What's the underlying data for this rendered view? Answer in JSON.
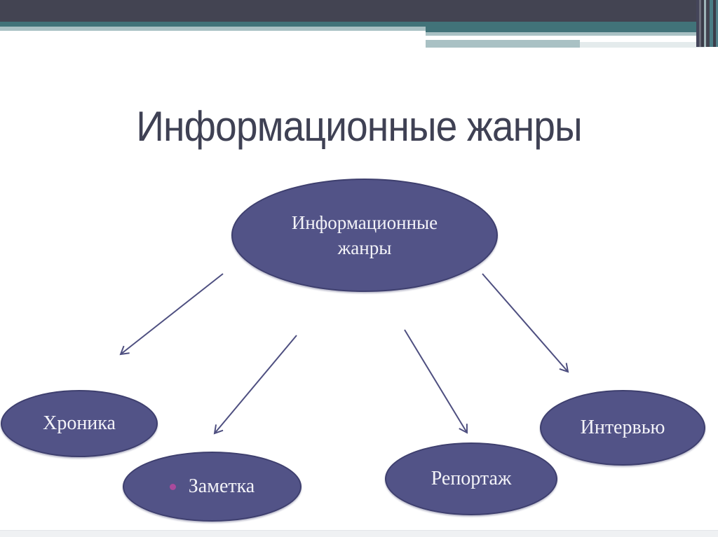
{
  "slide": {
    "title": "Информационные жанры"
  },
  "diagram": {
    "type": "concept-map",
    "root": {
      "label": "Информационные жанры"
    },
    "children": [
      {
        "label": "Хроника"
      },
      {
        "label": "Заметка"
      },
      {
        "label": "Репортаж"
      },
      {
        "label": "Интервью"
      }
    ]
  },
  "icons": {
    "zametka_bullet": "dot-bullet-icon"
  },
  "colors": {
    "background": "#ffffff",
    "top_bar": "#434452",
    "teal_band": "#417379",
    "light_teal_band": "#a9c1c4",
    "ellipse_fill": "#525387",
    "ellipse_border": "#3e3f6e",
    "ellipse_text": "#f3f3f8",
    "arrow": "#4e4f80",
    "bullet": "#aa4a9c",
    "title_text": "#3f4154"
  }
}
